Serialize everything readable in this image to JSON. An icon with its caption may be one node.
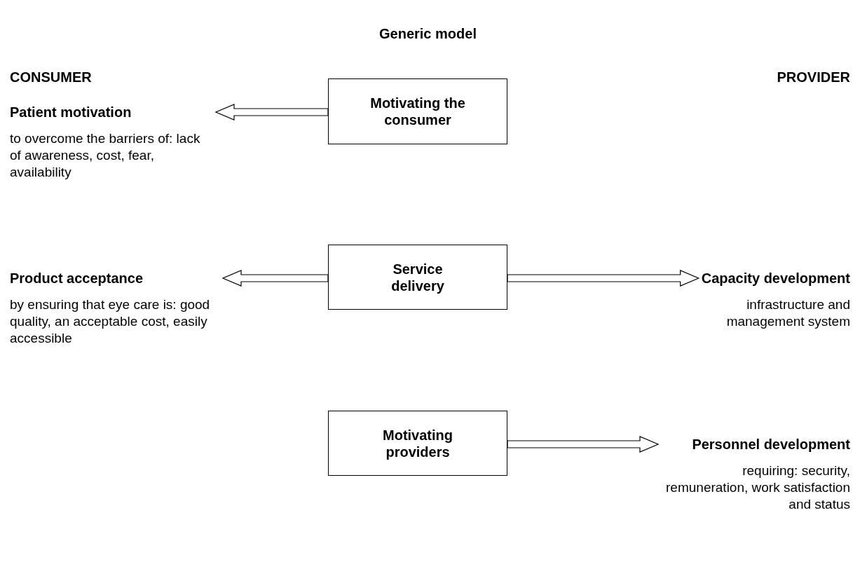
{
  "diagram": {
    "title": "Generic model",
    "nodes": [
      {
        "text": [
          "Patient motivation",
          "to overcome the barriers of: lack of awareness, cost, fear, availability"
        ]
      },
      {
        "text": [
          "Motivating the consumer"
        ]
      },
      {
        "text": [
          "Product acceptance",
          "by ensuring that eye care is: good quality, an acceptable cost, easily accessible"
        ]
      },
      {
        "text": [
          "Service delivery"
        ]
      },
      {
        "text": [
          "Capacity development",
          "infrastructure and management system"
        ]
      },
      {
        "text": [
          "Motivating providers"
        ]
      },
      {
        "text": [
          "Personnel development",
          "requiring: security, remuneration, work satisfaction and status"
        ]
      }
    ],
    "edges": [
      {
        "from": 1,
        "to": 0,
        "arrow": "to"
      },
      {
        "from": 3,
        "to": 2,
        "arrow": "to"
      },
      {
        "from": 3,
        "to": 4,
        "arrow": "to"
      },
      {
        "from": 5,
        "to": 6,
        "arrow": "to"
      }
    ],
    "labels": [
      "CONSUMER",
      "PROVIDER"
    ]
  }
}
